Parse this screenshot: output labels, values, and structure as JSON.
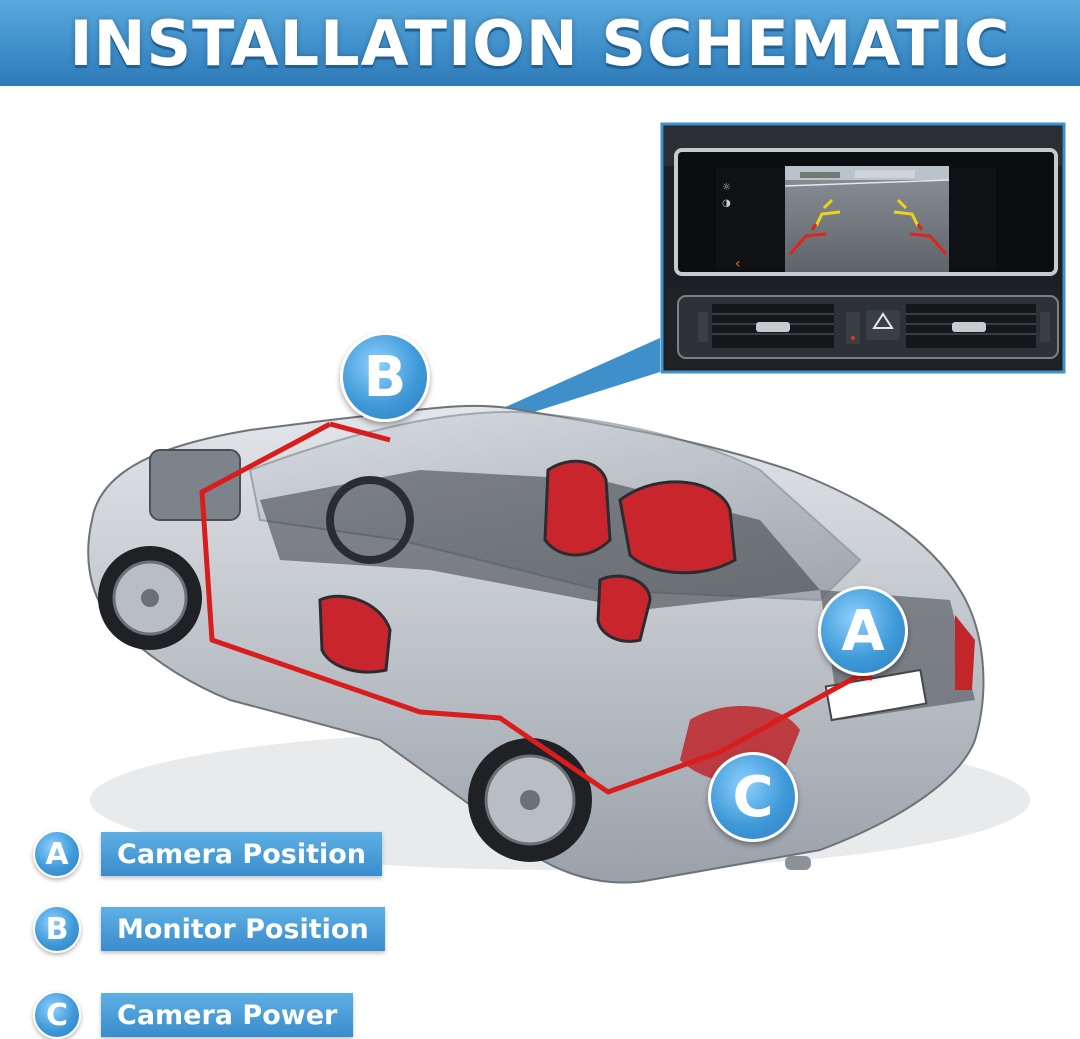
{
  "title": "INSTALLATION SCHEMATIC",
  "markers": {
    "a": "A",
    "b": "B",
    "c": "C"
  },
  "legend": [
    {
      "key": "A",
      "label": "Camera Position"
    },
    {
      "key": "B",
      "label": "Monitor Position"
    },
    {
      "key": "C",
      "label": "Camera Power"
    }
  ],
  "colors": {
    "accent": "#3f8fcb",
    "wire": "#d91c1c",
    "seats": "#c8262c"
  }
}
